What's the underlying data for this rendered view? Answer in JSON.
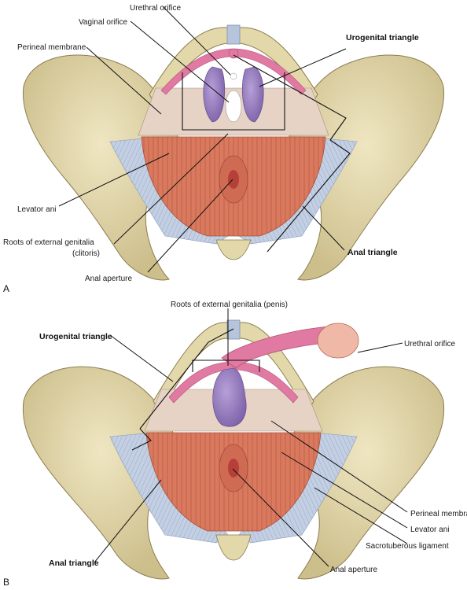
{
  "panel_a": {
    "letter": "A",
    "labels": {
      "urethral_orifice": "Urethral orifice",
      "vaginal_orifice": "Vaginal orifice",
      "perineal_membrane": "Perineal membrane",
      "urogenital_triangle": "Urogenital triangle",
      "levator_ani": "Levator ani",
      "roots_line1": "Roots of external genitalia",
      "roots_line2": "(clitoris)",
      "anal_triangle": "Anal triangle",
      "anal_aperture": "Anal aperture"
    }
  },
  "panel_b": {
    "letter": "B",
    "labels": {
      "roots_penis": "Roots of external genitalia (penis)",
      "urogenital_triangle": "Urogenital triangle",
      "urethral_orifice": "Urethral orifice",
      "perineal_membrane": "Perineal membrane",
      "levator_ani": "Levator ani",
      "sacrotuberous_ligament": "Sacrotuberous ligament",
      "anal_triangle": "Anal triangle",
      "anal_aperture": "Anal aperture"
    }
  },
  "colors": {
    "bone": "#e6dcb0",
    "bone_shadow": "#c9bb86",
    "bone_edge": "#8c7d52",
    "muscle": "#d9785e",
    "muscle_dark": "#b9543f",
    "membrane": "#e3cdbe",
    "ligament": "#b7c5dc",
    "erectile_purple": "#9a7fc0",
    "erectile_pink": "#e07aa2"
  }
}
